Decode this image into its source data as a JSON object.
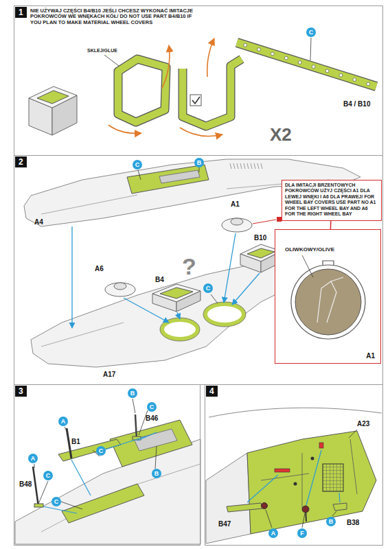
{
  "diagram": {
    "nodes": [
      {
        "text": [
          "1"
        ]
      },
      {
        "text": [
          "C"
        ],
        "in": 0
      },
      {
        "text": [
          "2"
        ]
      },
      {
        "text": [
          "B"
        ],
        "in": 2
      },
      {
        "text": [
          "C"
        ],
        "in": 2
      },
      {
        "text": [
          "DLA IMITACJI BRZENTOWYCH POKROWCÓW UŻYJ CZĘŚCI A1 DLA LEWEJ WNĘKI I A6 DLA PRAWEJ/ FOR WHEEL BAY COVERS USE PART NO A1 FOR THE LEFT WHEEL BAY AND A6 FOR THE RIGHT WHEEL BAY"
        ],
        "in": 2
      },
      {
        "text": [
          "C"
        ],
        "in": 2
      },
      {
        "text": [
          "OLIWKOWY/OLIVE",
          "A1"
        ],
        "in": 2
      },
      {
        "text": [
          "3"
        ]
      },
      {
        "text": [
          "B"
        ],
        "in": 8
      },
      {
        "text": [
          "C"
        ],
        "in": 8
      },
      {
        "text": [
          "A"
        ],
        "in": 8
      },
      {
        "text": [
          "C"
        ],
        "in": 8
      },
      {
        "text": [
          "A"
        ],
        "in": 8
      },
      {
        "text": [
          "C"
        ],
        "in": 8
      },
      {
        "text": [
          "B"
        ],
        "in": 8
      },
      {
        "text": [
          "C"
        ],
        "in": 8
      },
      {
        "text": [
          "4"
        ]
      },
      {
        "text": [
          "A"
        ],
        "in": 17
      },
      {
        "text": [
          "F"
        ],
        "in": 17
      },
      {
        "text": [
          "B"
        ],
        "in": 17
      }
    ],
    "edges": [
      {
        "from": 5,
        "to": 7,
        "arrow": "none"
      }
    ],
    "labels": [
      "NIE UŻYWAJ CZĘŚCI B4/B10 JEŚLI CHCESZ WYKONAĆ IMITACJE POKROWCÓW WE WNĘKACH KÓŁ/ DO NOT USE PART B4/B10 IF YOU PLAN TO MAKE MATERIAL WHEEL COVERS",
      "SKLEJ/GLUE",
      "B4 / B10",
      "X2",
      "A4",
      "A1",
      "A6",
      "?",
      "B10",
      "B4",
      "A17",
      "B46",
      "B1",
      "B48",
      "A23",
      "B47",
      "B38"
    ]
  }
}
